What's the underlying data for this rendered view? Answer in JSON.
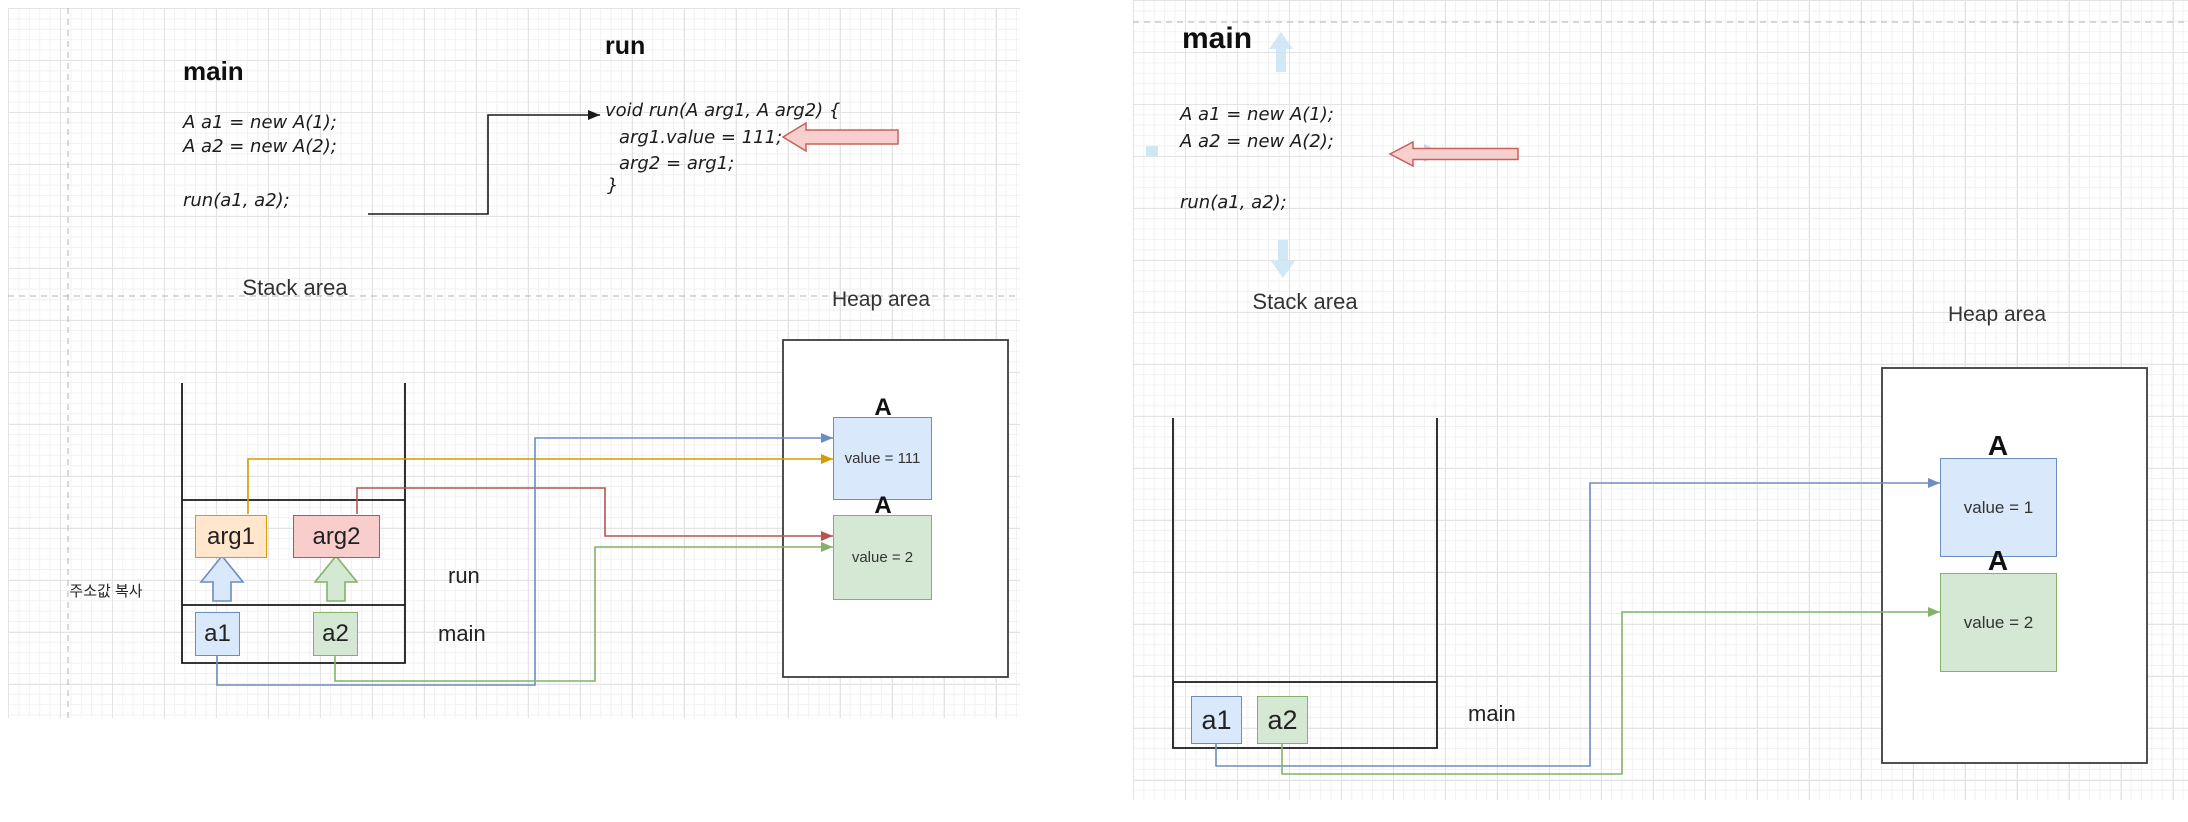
{
  "left": {
    "title": "main",
    "code": [
      "A a1 = new A(1);",
      "A a2 = new A(2);",
      "run(a1, a2);"
    ],
    "run_title": "run",
    "run_code": [
      "void run(A arg1, A arg2) {",
      "arg1.value = 111;",
      "arg2 = arg1;",
      "}"
    ],
    "stack_area": "Stack area",
    "heap_area": "Heap area",
    "annotation": "주소값 복사",
    "frames": {
      "run_label": "run",
      "main_label": "main"
    },
    "vars": {
      "arg1": "arg1",
      "arg2": "arg2",
      "a1": "a1",
      "a2": "a2"
    },
    "heap": {
      "obj1_class": "A",
      "obj1_value": "value = 111",
      "obj2_class": "A",
      "obj2_value": "value = 2"
    }
  },
  "right": {
    "title": "main",
    "code": [
      "A a1 = new A(1);",
      "A a2 = new A(2);",
      "run(a1, a2);"
    ],
    "stack_area": "Stack area",
    "heap_area": "Heap area",
    "frame_label": "main",
    "vars": {
      "a1": "a1",
      "a2": "a2"
    },
    "heap": {
      "obj1_class": "A",
      "obj1_value": "value = 1",
      "obj2_class": "A",
      "obj2_value": "value = 2"
    }
  },
  "colors": {
    "blue_fill": "#dae8fc",
    "blue_stroke": "#6c8ebf",
    "green_fill": "#d5e8d4",
    "green_stroke": "#82b366",
    "orange_fill": "#ffe6cc",
    "orange_stroke": "#d79b00",
    "red_fill": "#f8cecc",
    "red_stroke": "#b85450",
    "highlight_arrow_fill": "#f6cfcf",
    "highlight_arrow_stroke": "#c9605c",
    "soft_blue_arrow": "#c9e4f6",
    "faded_blue_arrow": "#9fb3cc"
  }
}
